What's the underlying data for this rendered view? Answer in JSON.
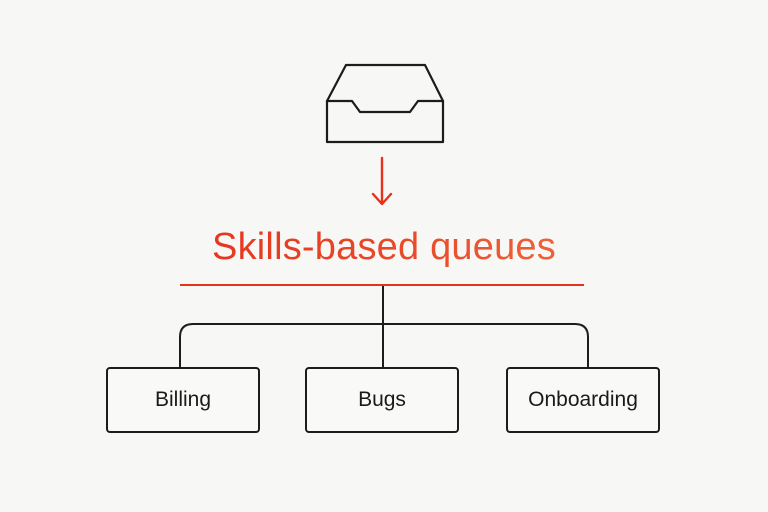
{
  "title": "Skills-based queues",
  "queues": [
    {
      "label": "Billing"
    },
    {
      "label": "Bugs"
    },
    {
      "label": "Onboarding"
    }
  ],
  "icons": {
    "source": "inbox-tray-icon",
    "flow": "arrow-down-icon"
  },
  "colors": {
    "accent": "#e5321b",
    "ink": "#1c1c1c",
    "background": "#f7f7f6"
  }
}
